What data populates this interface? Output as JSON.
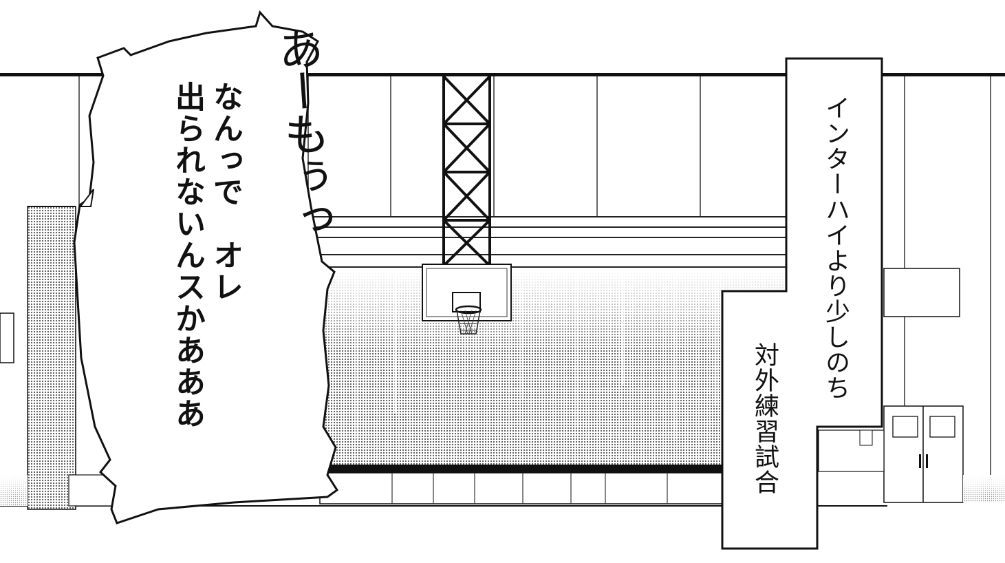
{
  "speech_bubble": {
    "line1": "あーもぅっ",
    "line2": "なんっで　オレ",
    "line3": "出られないんスかあああ"
  },
  "caption_box": {
    "line1": "インターハイより少しのち",
    "line2": "対外練習試合"
  },
  "colors": {
    "ink": "#111111",
    "paper": "#ffffff",
    "screentone": "#8a8a8a"
  }
}
